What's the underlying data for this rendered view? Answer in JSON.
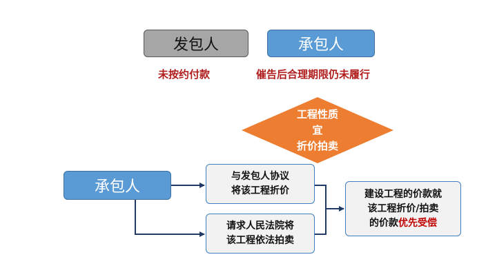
{
  "top": {
    "contractor_issuer": "发包人",
    "contractor": "承包人",
    "issuer_note": "未按约付款",
    "contractor_note": "催告后合理期限仍未履行"
  },
  "decision": {
    "line1": "工程性质",
    "line2": "宜",
    "line3": "折价拍卖"
  },
  "flow": {
    "contractor": "承包人",
    "option1_line1": "与发包人协议",
    "option1_line2": "将该工程折价",
    "option2_line1": "请求人民法院将",
    "option2_line2": "该工程依法拍卖",
    "result_line1": "建设工程的价款就",
    "result_line2": "该工程折价/拍卖",
    "result_line3_prefix": "的价款",
    "result_line3_highlight": "优先受偿"
  },
  "colors": {
    "grey_box": "#a6a6a6",
    "blue_box": "#5b9bd5",
    "diamond": "#ed7d31",
    "note_red": "#b01c1c",
    "arrow": "#1f3864"
  }
}
